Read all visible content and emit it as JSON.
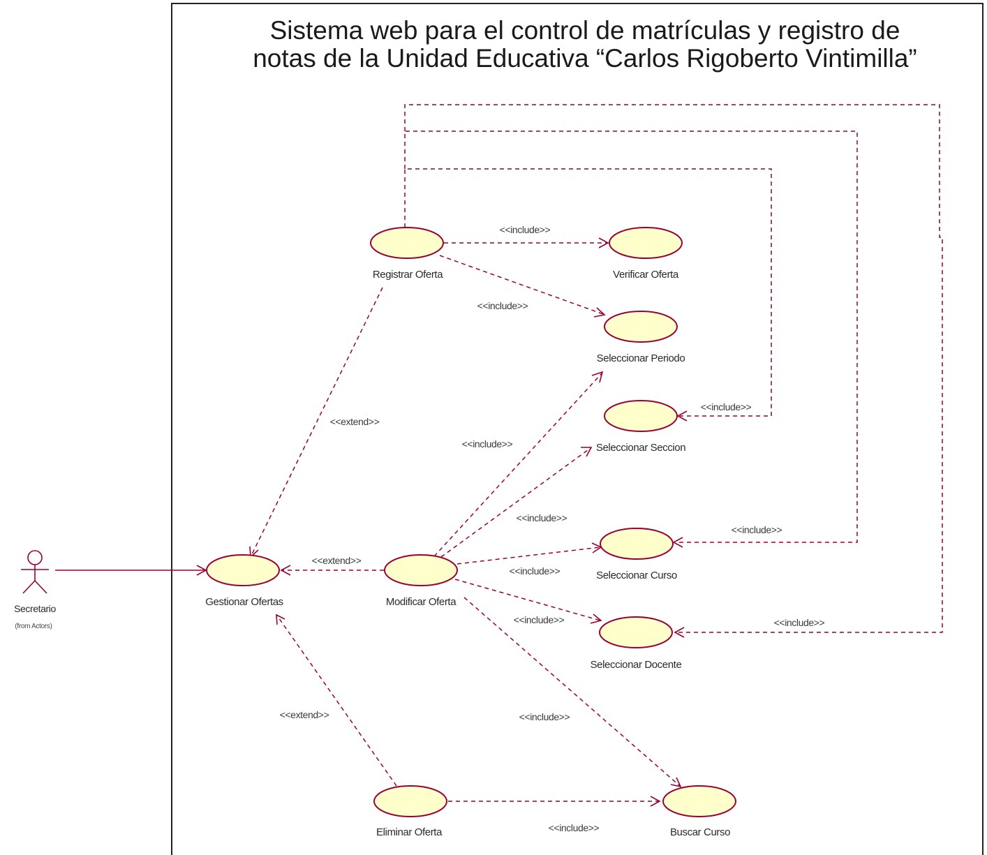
{
  "system": {
    "title_line1": "Sistema web para el control de matrículas y registro de",
    "title_line2": "notas de la Unidad Educativa “Carlos Rigoberto Vintimilla”"
  },
  "actor": {
    "name": "Secretario",
    "from": "(from Actors)"
  },
  "use_cases": {
    "registrar_oferta": "Registrar Oferta",
    "verificar_oferta": "Verificar Oferta",
    "seleccionar_periodo": "Seleccionar Periodo",
    "seleccionar_seccion": "Seleccionar Seccion",
    "seleccionar_curso": "Seleccionar Curso",
    "seleccionar_docente": "Seleccionar Docente",
    "gestionar_ofertas": "Gestionar Ofertas",
    "modificar_oferta": "Modificar Oferta",
    "eliminar_oferta": "Eliminar Oferta",
    "buscar_curso": "Buscar Curso"
  },
  "stereotypes": {
    "include": "<<include>>",
    "extend": "<<extend>>"
  },
  "colors": {
    "line": "#990033",
    "usecase_fill": "#ffffcc",
    "text": "#2a2a2a"
  }
}
